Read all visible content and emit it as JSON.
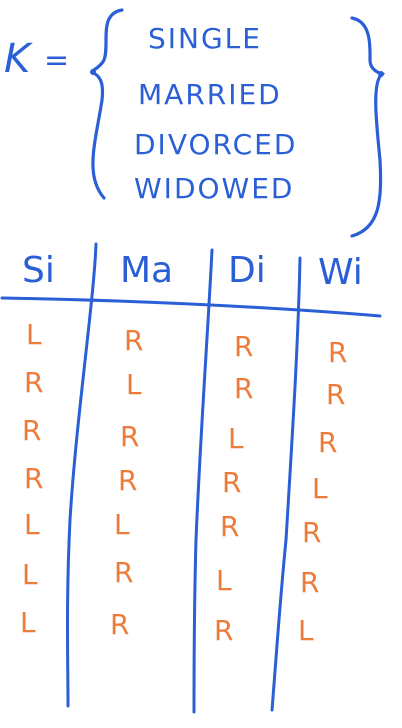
{
  "set_definition": {
    "name": "K",
    "equals": "=",
    "items": [
      "SINGLE",
      "MARRIED",
      "DIVORCED",
      "WIDOWED"
    ]
  },
  "table": {
    "headers": [
      "Si",
      "Ma",
      "Di",
      "Wi"
    ],
    "rows": [
      [
        "L",
        "R",
        "R",
        "R"
      ],
      [
        "R",
        "L",
        "R",
        "R"
      ],
      [
        "R",
        "R",
        "L",
        "R"
      ],
      [
        "R",
        "R",
        "R",
        "L"
      ],
      [
        "L",
        "L",
        "R",
        "R"
      ],
      [
        "L",
        "R",
        "L",
        "R"
      ],
      [
        "L",
        "R",
        "R",
        "L"
      ]
    ]
  },
  "colors": {
    "ink_blue": "#2a5fd6",
    "ink_orange": "#ef7b3a",
    "background": "#ffffff"
  }
}
